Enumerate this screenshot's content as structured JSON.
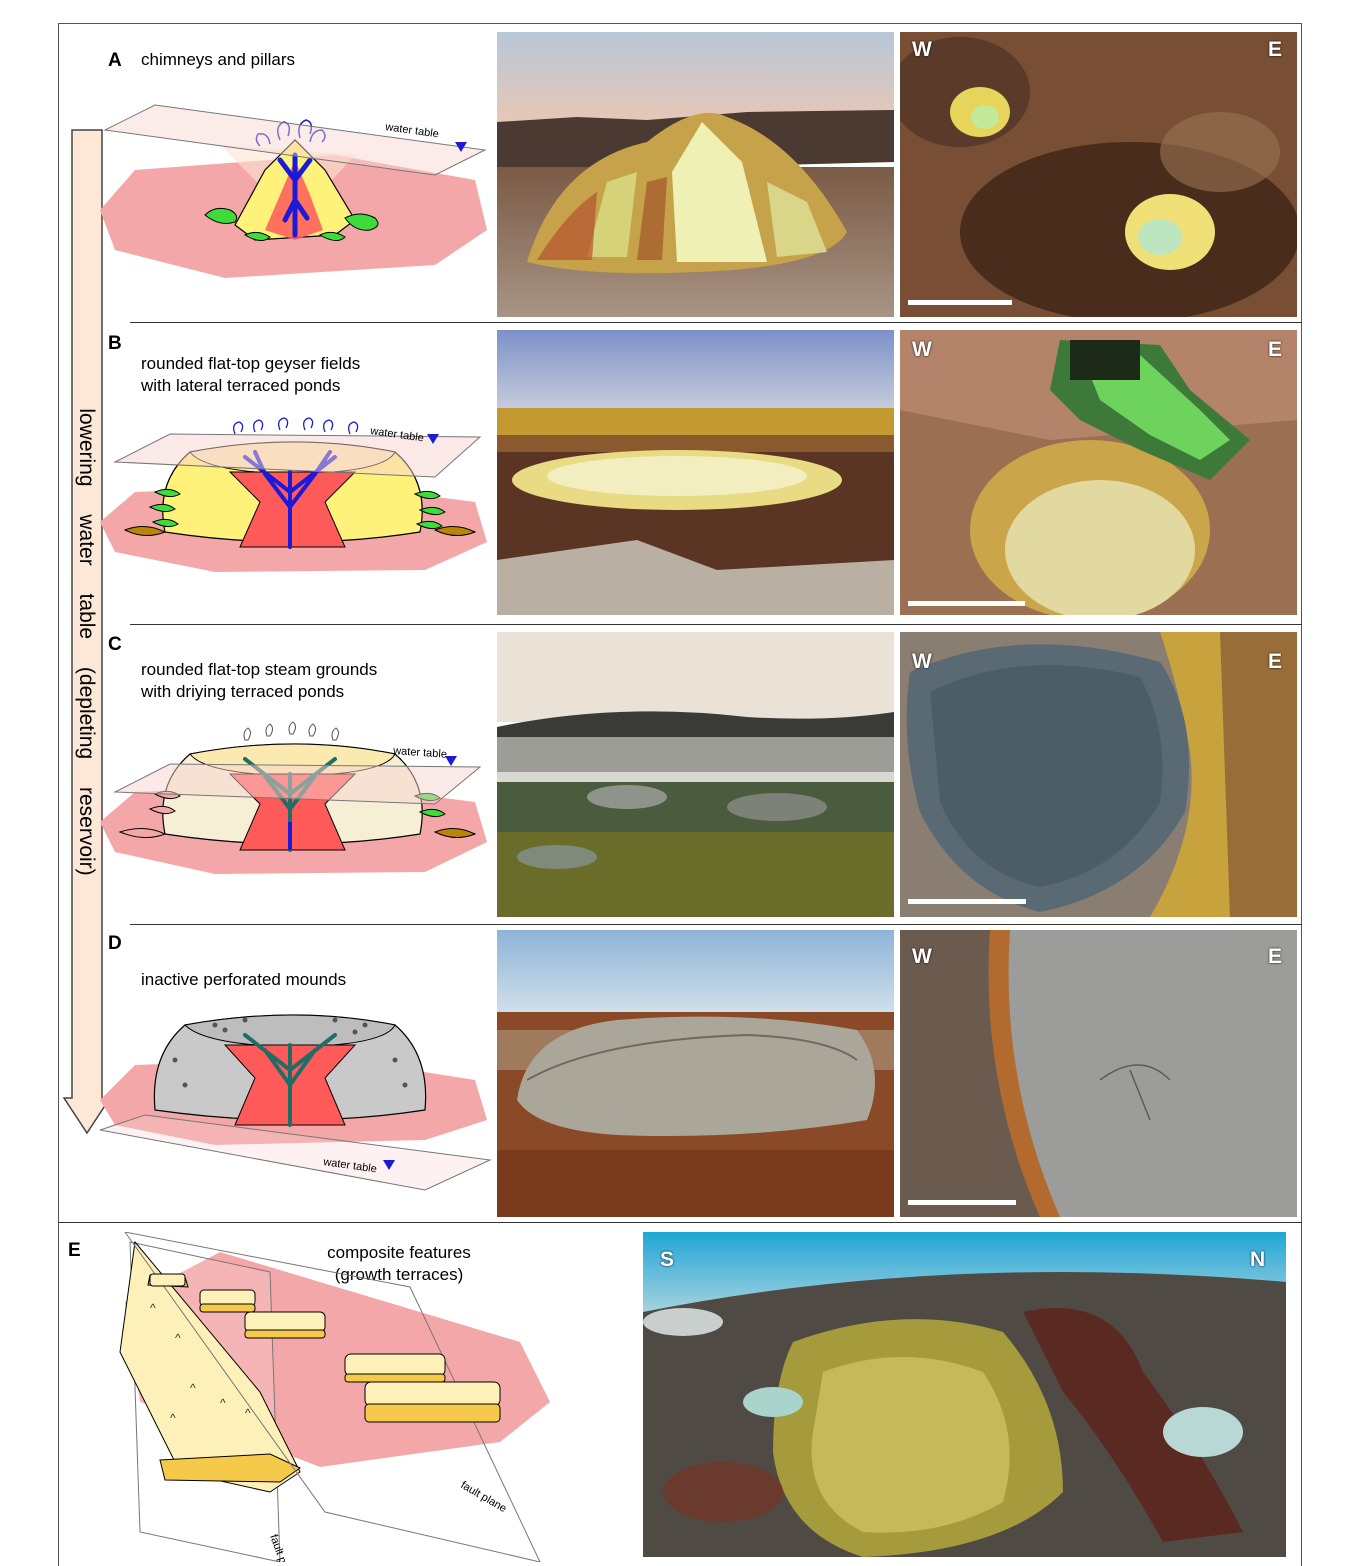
{
  "panels": {
    "A": {
      "letter": "A",
      "title": "chimneys and pillars",
      "water_table": "water table"
    },
    "B": {
      "letter": "B",
      "title_line1": "rounded flat-top geyser fields",
      "title_line2": "with lateral terraced ponds",
      "water_table": "water table"
    },
    "C": {
      "letter": "C",
      "title_line1": "rounded flat-top steam grounds",
      "title_line2": "with driying terraced ponds",
      "water_table": "water table"
    },
    "D": {
      "letter": "D",
      "title": "inactive perforated mounds",
      "water_table": "water table"
    },
    "E": {
      "letter": "E",
      "title_line1": "composite features",
      "title_line2": "(growth terraces)",
      "fault_plane": "fault plane"
    }
  },
  "arrow_label": "lowering water table (depleting reservoir)",
  "orientation": {
    "west": "W",
    "east": "E",
    "south": "S",
    "north": "N"
  },
  "colors": {
    "ground_pink": "#f4a7a8",
    "deposit_yellow": "#fff27a",
    "channel_blue": "#1a1ad8",
    "pond_green": "#3ddc3a",
    "frame": "#555555",
    "arrow_fill": "#fde8d8"
  }
}
